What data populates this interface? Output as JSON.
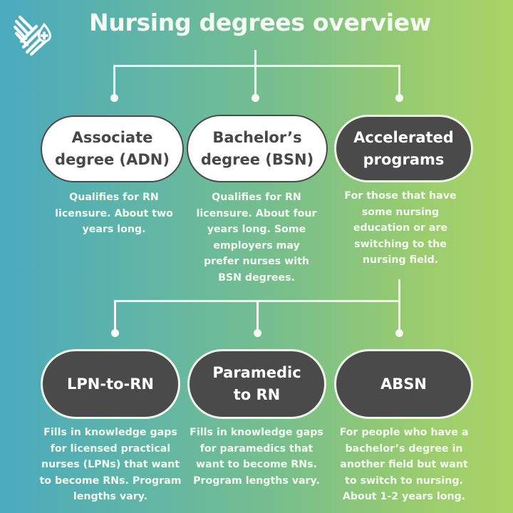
{
  "header": {
    "logo_icon": "hands-heart-medical-drop-icon",
    "title": "Nursing degrees overview"
  },
  "level1": [
    {
      "label_line1": "Associate",
      "label_line2": "degree (ADN)",
      "style": "light",
      "description_lines": [
        "Qualifies for RN",
        "licensure. About two",
        "years long."
      ]
    },
    {
      "label_line1": "Bachelor’s",
      "label_line2": "degree (BSN)",
      "style": "light",
      "description_lines": [
        "Qualifies for RN",
        "licensure. About four",
        "years long. Some",
        "employers may",
        "prefer nurses with",
        "BSN degrees."
      ]
    },
    {
      "label_line1": "Accelerated",
      "label_line2": "programs",
      "style": "dark",
      "description_lines": [
        "For those that have",
        "some nursing",
        "education or are",
        "switching to the",
        "nursing field."
      ]
    }
  ],
  "level2": [
    {
      "label_line1": "LPN-to-RN",
      "label_line2": "",
      "style": "dark",
      "description_lines": [
        "Fills in knowledge gaps",
        "for licensed practical",
        "nurses (LPNs) that want",
        "to become RNs. Program",
        "lengths vary."
      ]
    },
    {
      "label_line1": "Paramedic",
      "label_line2": "to RN",
      "style": "dark",
      "description_lines": [
        "Fills in knowledge gaps",
        "for paramedics that",
        "want to become RNs.",
        "Program lengths vary."
      ]
    },
    {
      "label_line1": "ABSN",
      "label_line2": "",
      "style": "dark",
      "description_lines": [
        "For people who have a",
        "bachelor’s degree in",
        "another field but want",
        "to switch to nursing.",
        "About 1-2 years long."
      ]
    }
  ],
  "colors": {
    "gradient_left": "#4aaabf",
    "gradient_right": "#acd466",
    "pill_dark": "#4b4a4b",
    "pill_light": "#ffffff",
    "text_light": "#f3faef",
    "text_dark": "#474747"
  }
}
